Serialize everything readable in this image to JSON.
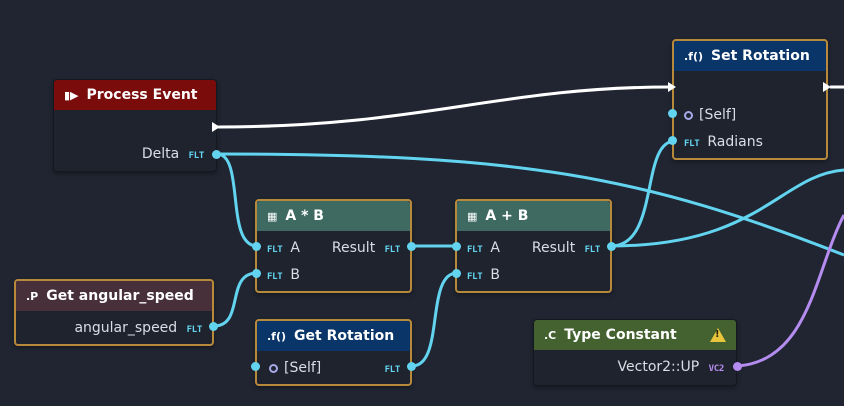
{
  "colors": {
    "background": "#202531",
    "event_header": "#7a0c0c",
    "function_header": "#0a3569",
    "operator_header": "#3e6a62",
    "property_header": "#47303a",
    "constant_header": "#44622f",
    "float_wire": "#63d4f0",
    "vector_wire": "#b58cf0",
    "exec_wire": "#ffffff",
    "selection_border": "#b78a3b"
  },
  "nodes": {
    "process_event": {
      "icon": "play-icon",
      "title": "Process Event",
      "outputs": {
        "delta_label": "Delta",
        "delta_type": "FLT"
      }
    },
    "set_rotation": {
      "icon_text": ".f()",
      "title": "Set Rotation",
      "inputs": {
        "self_label": "[Self]",
        "radians_label": "Radians",
        "radians_type": "FLT"
      }
    },
    "multiply": {
      "icon": "operator-icon",
      "title": "A * B",
      "inputs": {
        "a_label": "A",
        "b_label": "B",
        "a_type": "FLT",
        "b_type": "FLT"
      },
      "outputs": {
        "result_label": "Result",
        "result_type": "FLT"
      }
    },
    "add": {
      "icon": "operator-icon",
      "title": "A + B",
      "inputs": {
        "a_label": "A",
        "b_label": "B",
        "a_type": "FLT",
        "b_type": "FLT"
      },
      "outputs": {
        "result_label": "Result",
        "result_type": "FLT"
      }
    },
    "get_angular_speed": {
      "icon_text": ".P",
      "title": "Get angular_speed",
      "outputs": {
        "value_label": "angular_speed",
        "value_type": "FLT"
      }
    },
    "get_rotation": {
      "icon_text": ".f()",
      "title": "Get Rotation",
      "inputs": {
        "self_label": "[Self]"
      },
      "outputs": {
        "value_type": "FLT"
      }
    },
    "type_constant": {
      "icon_text": ".C",
      "title": "Type Constant",
      "warning_icon": "warning-icon",
      "outputs": {
        "value_label": "Vector2::UP",
        "value_type": "VC2"
      }
    }
  }
}
